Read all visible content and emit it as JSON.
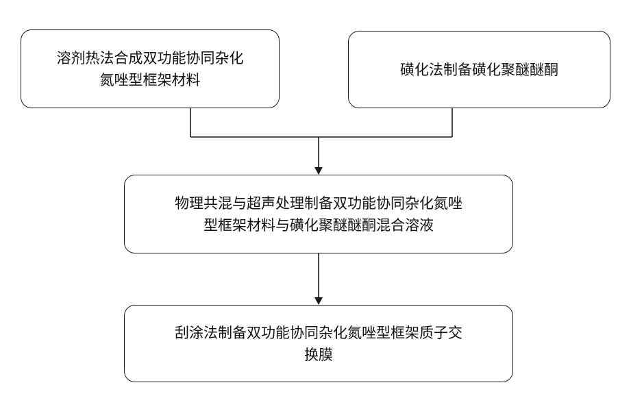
{
  "diagram": {
    "nodes": [
      {
        "id": "box1",
        "lines": [
          "溶剂热法合成双功能协同杂化",
          "氮唑型框架材料"
        ]
      },
      {
        "id": "box2",
        "lines": [
          "磺化法制备磺化聚醚醚酮"
        ]
      },
      {
        "id": "box3",
        "lines": [
          "物理共混与超声处理制备双功能协同杂化氮唑",
          "型框架材料与磺化聚醚醚酮混合溶液"
        ]
      },
      {
        "id": "box4",
        "lines": [
          "刮涂法制备双功能协同杂化氮唑型框架质子交",
          "换膜"
        ]
      }
    ],
    "edges": [
      {
        "from": "box1",
        "to": "box3"
      },
      {
        "from": "box2",
        "to": "box3"
      },
      {
        "from": "box3",
        "to": "box4"
      }
    ]
  }
}
